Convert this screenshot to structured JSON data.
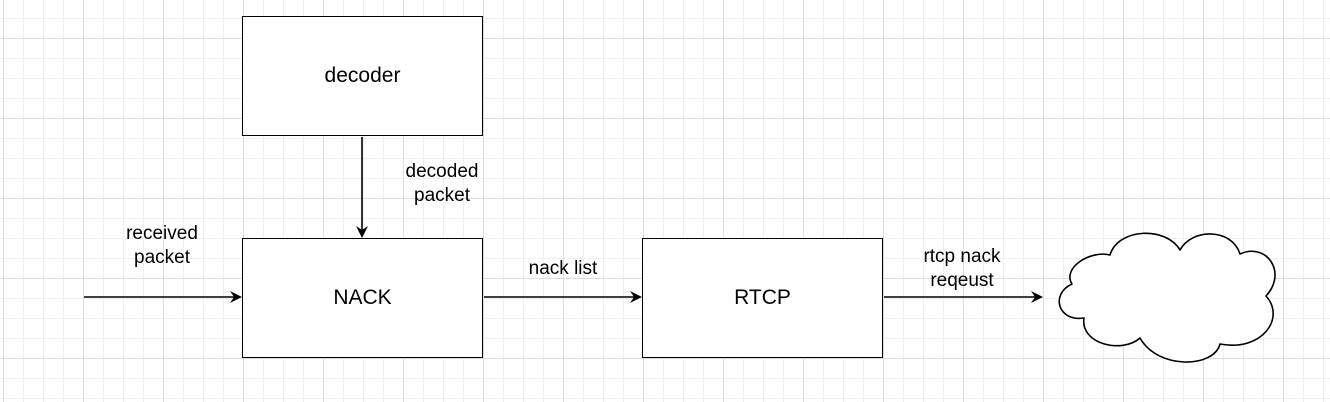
{
  "nodes": {
    "decoder": {
      "label": "decoder"
    },
    "nack": {
      "label": "NACK"
    },
    "rtcp": {
      "label": "RTCP"
    },
    "network": {
      "icon": "cloud-icon"
    }
  },
  "edges": {
    "decoded_packet": {
      "label": "decoded\npacket"
    },
    "received_packet": {
      "label": "received\npacket"
    },
    "nack_list": {
      "label": "nack list"
    },
    "rtcp_nack_request": {
      "label": "rtcp nack\nreqeust"
    }
  },
  "colors": {
    "stroke": "#000000",
    "grid_major": "#dcdcdc",
    "grid_minor": "#efefef",
    "background": "#ffffff"
  }
}
